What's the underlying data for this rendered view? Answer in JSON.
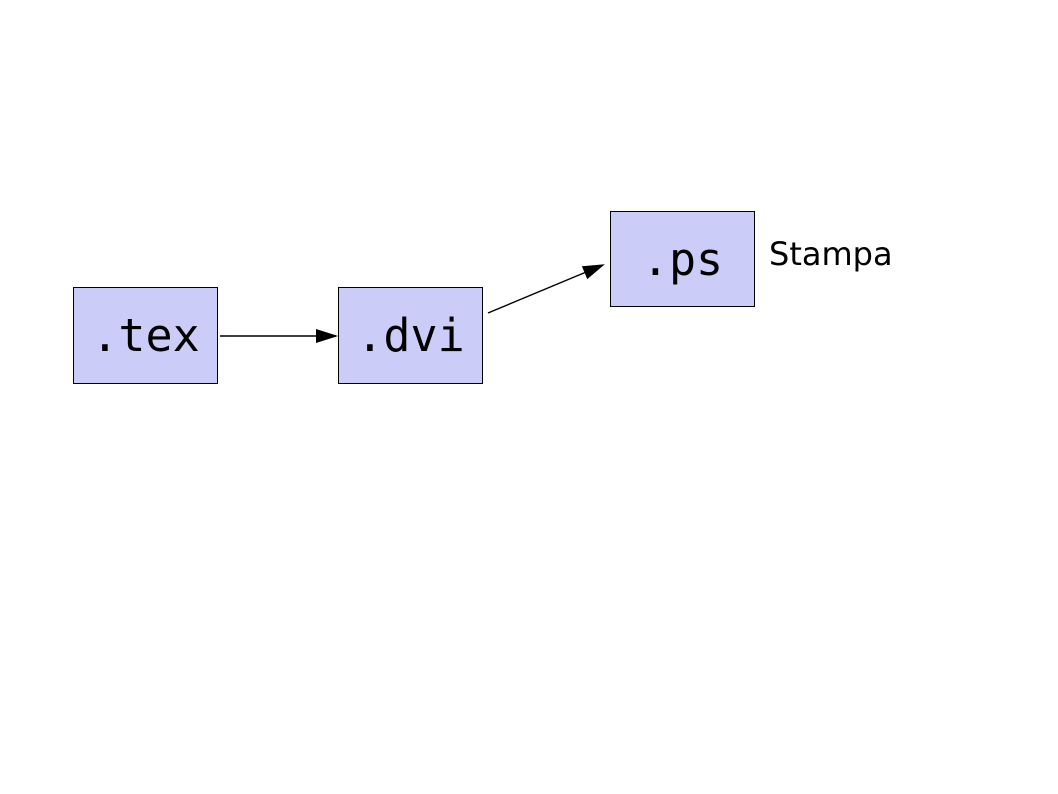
{
  "diagram": {
    "title": "latex-workflow-diagram",
    "nodes": [
      {
        "id": "tex",
        "label": ".tex"
      },
      {
        "id": "dvi",
        "label": ".dvi"
      },
      {
        "id": "ps",
        "label": ".ps"
      }
    ],
    "edges": [
      {
        "from": "tex",
        "to": "dvi"
      },
      {
        "from": "dvi",
        "to": "ps"
      }
    ],
    "annotation": "Stampa",
    "colors": {
      "node_fill": "#ccccf9",
      "node_border": "#000000",
      "arrow": "#000000",
      "background": "#ffffff"
    }
  }
}
